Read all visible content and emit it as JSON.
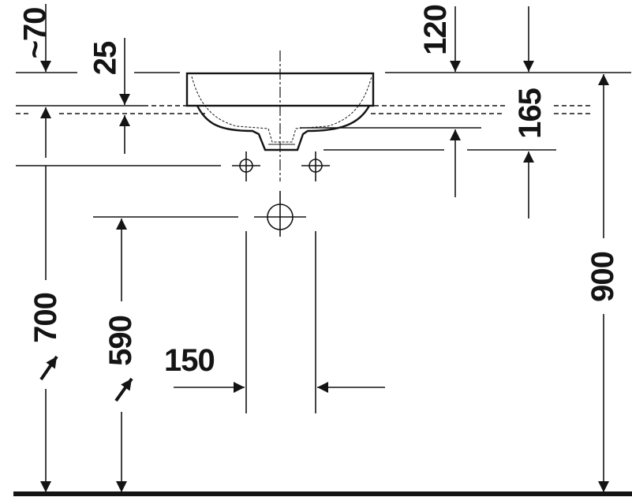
{
  "drawing": {
    "type": "washbasin installation dimension drawing",
    "units": "mm",
    "colors": {
      "line": "#141414",
      "background": "#ffffff"
    }
  },
  "dimensions": {
    "approx_70": "~70",
    "d25": "25",
    "d120": "120",
    "d165": "165",
    "d700": "700",
    "d590": "590",
    "d150": "150",
    "d900": "900"
  }
}
